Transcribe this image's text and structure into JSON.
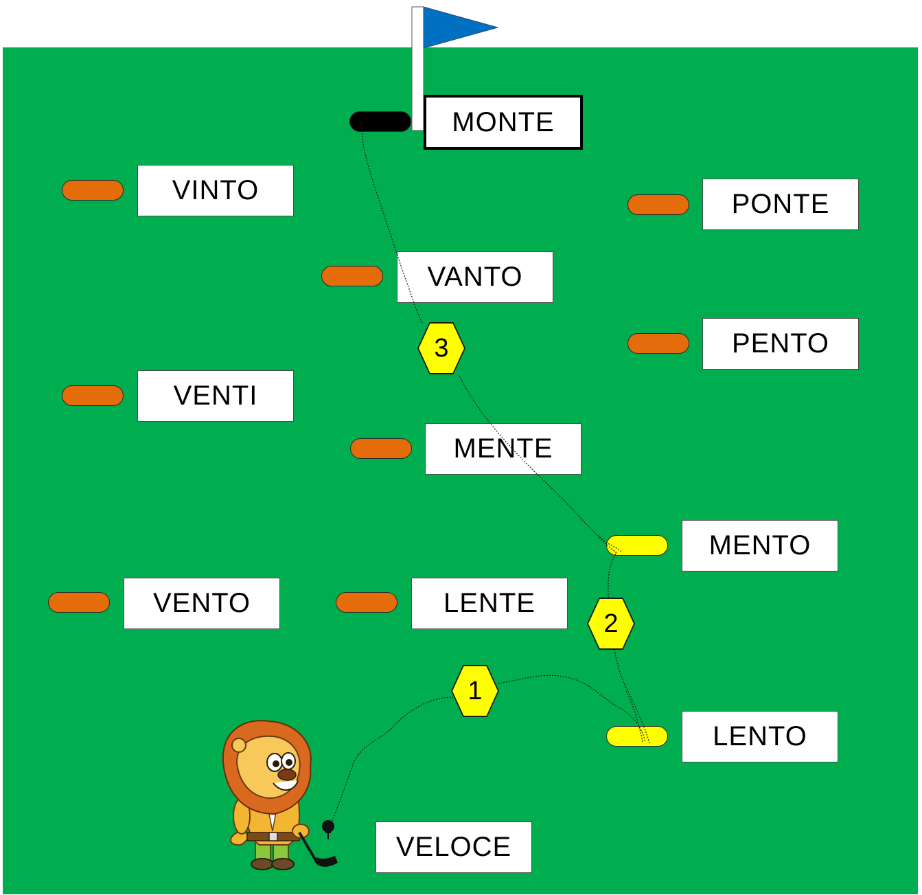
{
  "words": {
    "monte": "MONTE",
    "vinto": "VINTO",
    "ponte": "PONTE",
    "vanto": "VANTO",
    "pento": "PENTO",
    "venti": "VENTI",
    "mente": "MENTE",
    "mento": "MENTO",
    "vento": "VENTO",
    "lente": "LENTE",
    "lento": "LENTO",
    "veloce": "VELOCE"
  },
  "steps": {
    "one": "1",
    "two": "2",
    "three": "3"
  },
  "colors": {
    "grass": "#00AE50",
    "hole": "#E46C0A",
    "hole_visited": "#FFFF00",
    "hole_final": "#000000",
    "flag": "#0070C0",
    "step_badge": "#FFFF00"
  },
  "icons": {
    "flag": "flag-icon",
    "golfer": "lion-golfer-icon",
    "ball": "golf-ball-icon",
    "club": "golf-club-icon"
  }
}
